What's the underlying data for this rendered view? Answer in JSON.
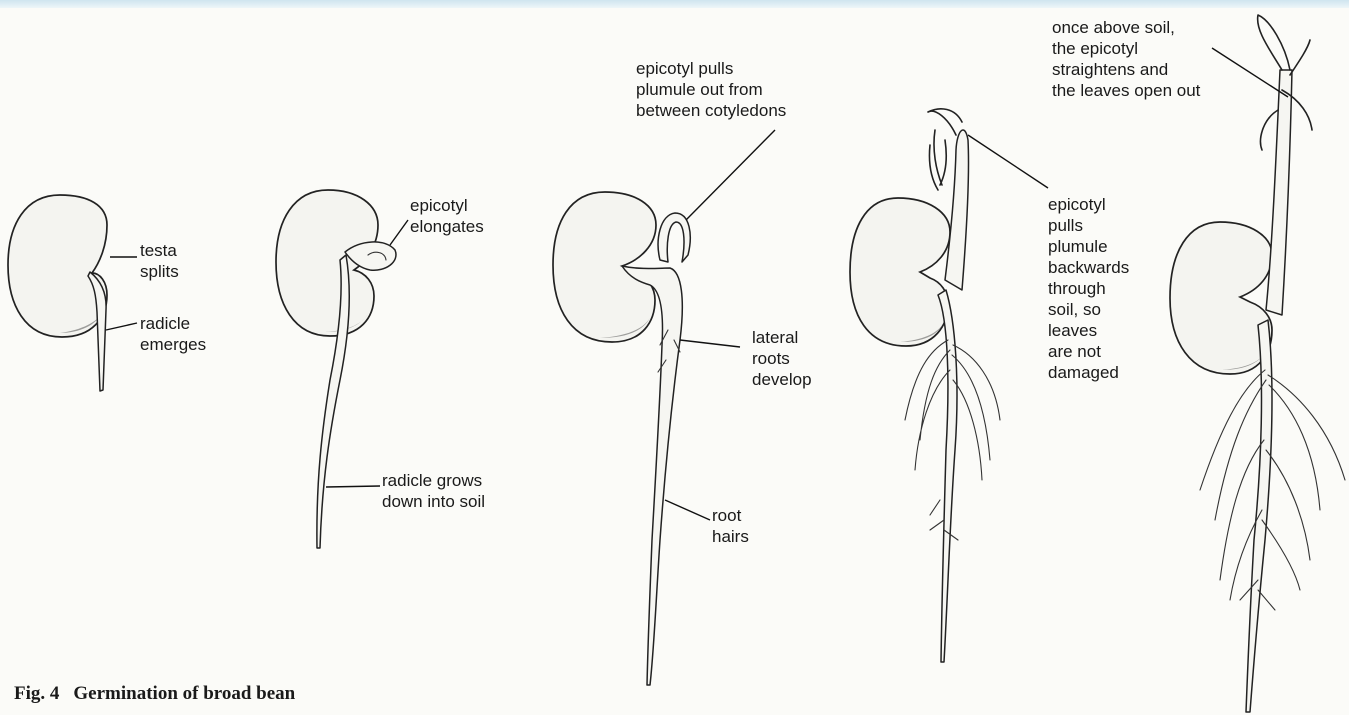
{
  "figure": {
    "caption_number": "Fig. 4",
    "caption_title": "Germination of broad bean"
  },
  "labels": {
    "testa_splits": "testa\nsplits",
    "radicle_emerges": "radicle\nemerges",
    "epicotyl_elongates": "epicotyl\nelongates",
    "radicle_grows": "radicle grows\ndown into soil",
    "epicotyl_pulls_out": "epicotyl pulls\nplumule out from\nbetween cotyledons",
    "lateral_roots": "lateral\nroots\ndevelop",
    "root_hairs": "root\nhairs",
    "epicotyl_pulls_backwards": "epicotyl\npulls\nplumule\nbackwards\nthrough\nsoil, so\nleaves\nare not\ndamaged",
    "once_above_soil": "once above soil,\nthe epicotyl\nstraightens and\nthe leaves open out"
  }
}
